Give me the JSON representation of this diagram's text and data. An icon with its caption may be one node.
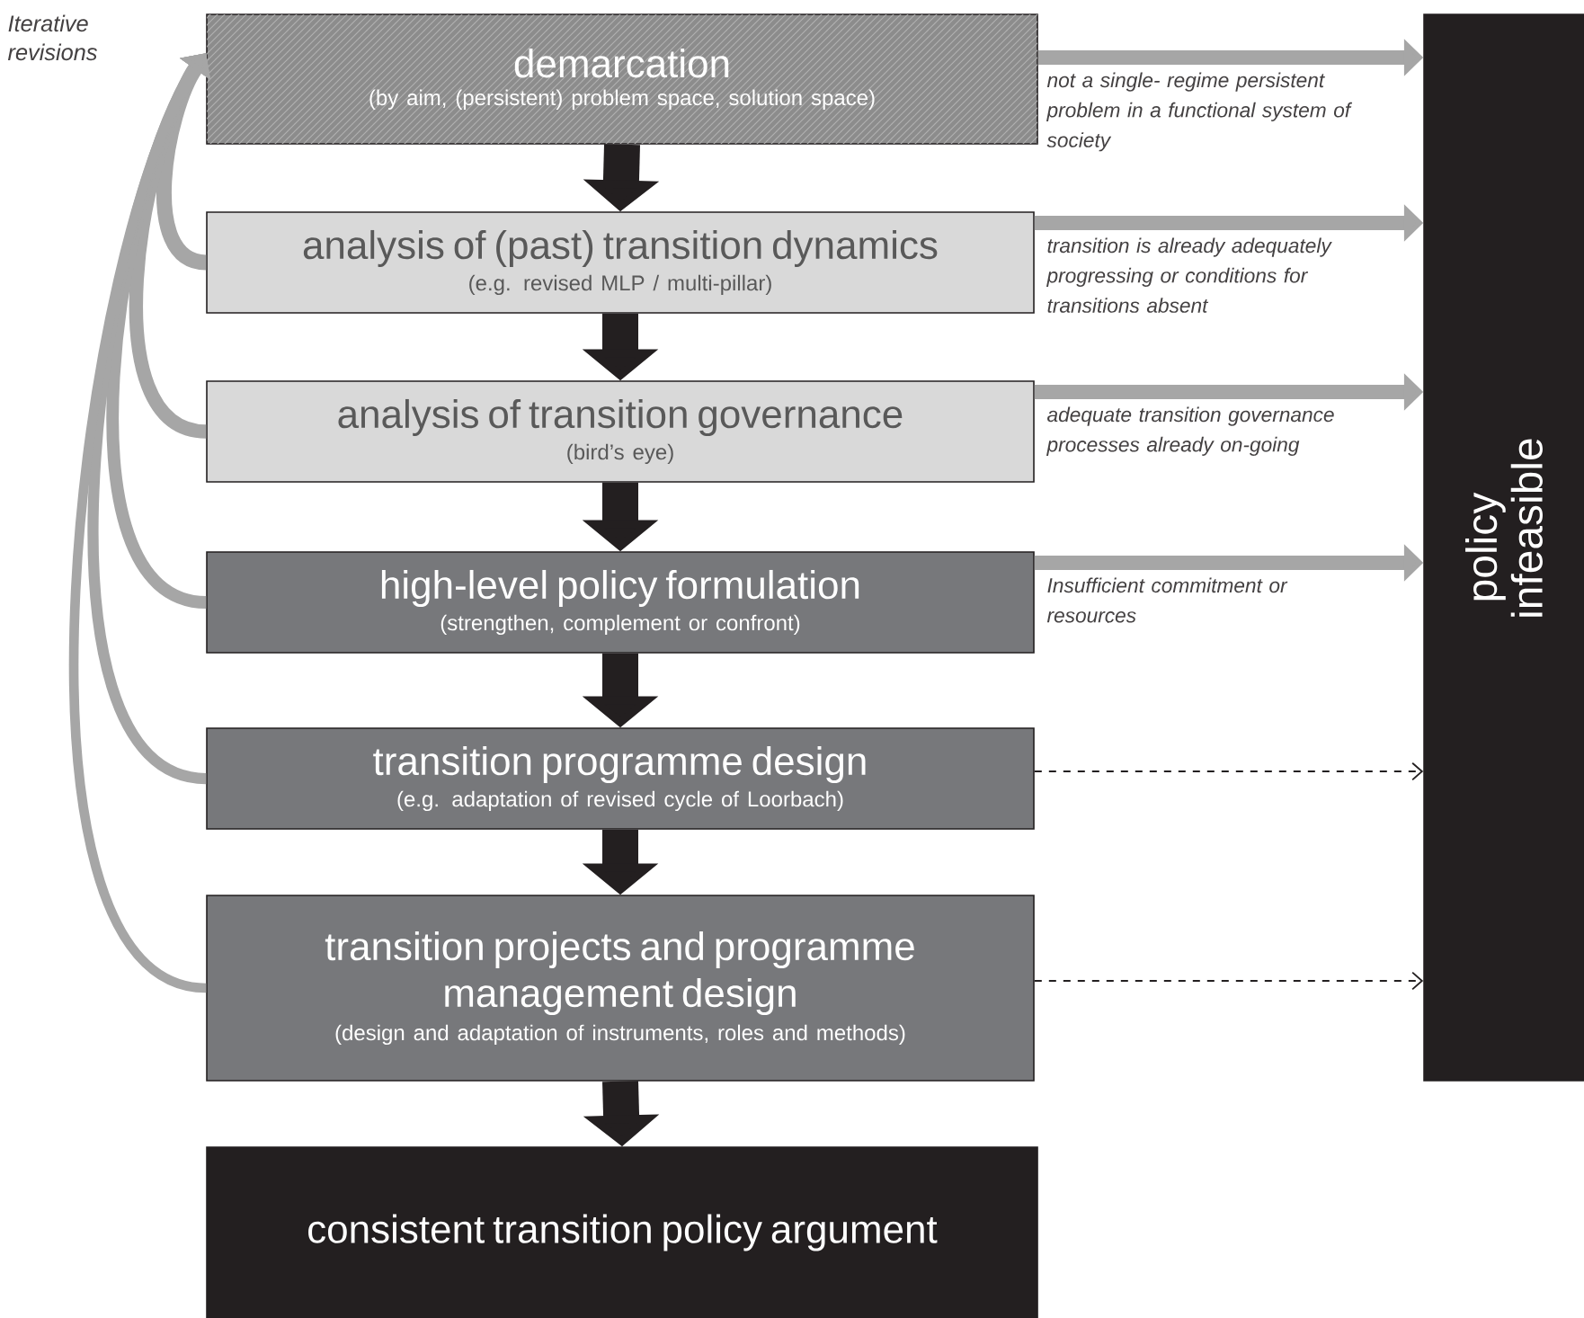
{
  "diagram": {
    "nodes": [
      {
        "text": [
          "demarcation",
          "(by aim, (persistent) problem space, solution space)"
        ]
      },
      {
        "text": [
          "analysis of (past) transition dynamics",
          "(e.g. revised MLP / multi-pillar)"
        ]
      },
      {
        "text": [
          "analysis of transition governance",
          "(bird’s eye)"
        ]
      },
      {
        "text": [
          "high-level policy formulation",
          "(strengthen, complement or confront)"
        ]
      },
      {
        "text": [
          "transition programme design",
          "(e.g. adaptation of revised cycle of Loorbach)"
        ]
      },
      {
        "text": [
          "transition projects and programme management design",
          "(design and adaptation of instruments, roles and methods)"
        ]
      },
      {
        "text": [
          "consistent transition policy argument"
        ]
      },
      {
        "text": [
          "policy infeasible"
        ]
      }
    ],
    "edges": [
      {
        "from": 0,
        "to": 1,
        "arrow": "to",
        "style": "thick",
        "color": "#231f20"
      },
      {
        "from": 1,
        "to": 2,
        "arrow": "to",
        "style": "thick",
        "color": "#231f20"
      },
      {
        "from": 2,
        "to": 3,
        "arrow": "to",
        "style": "thick",
        "color": "#231f20"
      },
      {
        "from": 3,
        "to": 4,
        "arrow": "to",
        "style": "thick",
        "color": "#231f20"
      },
      {
        "from": 4,
        "to": 5,
        "arrow": "to",
        "style": "thick",
        "color": "#231f20"
      },
      {
        "from": 5,
        "to": 6,
        "arrow": "to",
        "style": "thick",
        "color": "#231f20"
      },
      {
        "from": 1,
        "to": 0,
        "arrow": "to"
      },
      {
        "from": 2,
        "to": 0,
        "arrow": "to"
      },
      {
        "from": 3,
        "to": 0,
        "arrow": "to"
      },
      {
        "from": 4,
        "to": 0,
        "arrow": "to"
      },
      {
        "from": 5,
        "to": 0,
        "arrow": "to"
      },
      {
        "from": 0,
        "to": 7,
        "arrow": "to",
        "label": "not a single- regime persistent problem in a functional system of society"
      },
      {
        "from": 1,
        "to": 7,
        "arrow": "to",
        "label": "transition is already adequately progressing or conditions for transitions absent"
      },
      {
        "from": 2,
        "to": 7,
        "arrow": "to",
        "label": "adequate transition governance processes already on-going"
      },
      {
        "from": 3,
        "to": 7,
        "arrow": "to",
        "label": "Insufficient commitment or resources"
      },
      {
        "from": 4,
        "to": 7,
        "arrow": "to",
        "style": "dashed",
        "color": "#231f20"
      },
      {
        "from": 5,
        "to": 7,
        "arrow": "to",
        "style": "dashed",
        "color": "#231f20"
      }
    ],
    "labels": [
      "Iterative revisions"
    ]
  }
}
